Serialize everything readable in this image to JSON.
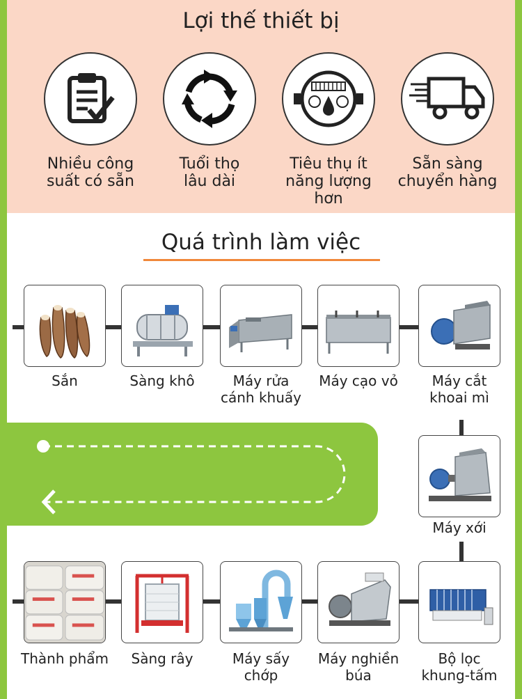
{
  "advantages": {
    "title": "Lợi thế thiết bị",
    "items": [
      {
        "line1": "Nhiều công",
        "line2": "suất có sẵn",
        "icon": "clipboard-check-icon"
      },
      {
        "line1": "Tuổi thọ",
        "line2": "lâu dài",
        "icon": "recycle-arrows-icon"
      },
      {
        "line1": "Tiêu thụ ít",
        "line2": "năng lượng hơn",
        "icon": "meter-icon"
      },
      {
        "line1": "Sẵn sàng",
        "line2": "chuyển hàng",
        "icon": "delivery-truck-icon"
      }
    ]
  },
  "process": {
    "title": "Quá trình làm việc",
    "steps": [
      {
        "line1": "Sắn",
        "line2": ""
      },
      {
        "line1": "Sàng khô",
        "line2": ""
      },
      {
        "line1": "Máy rửa",
        "line2": "cánh khuấy"
      },
      {
        "line1": "Máy cạo vỏ",
        "line2": ""
      },
      {
        "line1": "Máy cắt",
        "line2": "khoai mì"
      },
      {
        "line1": "Máy xới",
        "line2": ""
      },
      {
        "line1": "Bộ lọc",
        "line2": "khung-tấm"
      },
      {
        "line1": "Máy nghiền",
        "line2": "búa"
      },
      {
        "line1": "Máy sấy",
        "line2": "chớp"
      },
      {
        "line1": "Sàng rây",
        "line2": ""
      },
      {
        "line1": "Thành phẩm",
        "line2": ""
      }
    ]
  },
  "colors": {
    "accent_green": "#8dc63f",
    "header_bg": "#fbd7c6",
    "underline": "#f0883a"
  }
}
